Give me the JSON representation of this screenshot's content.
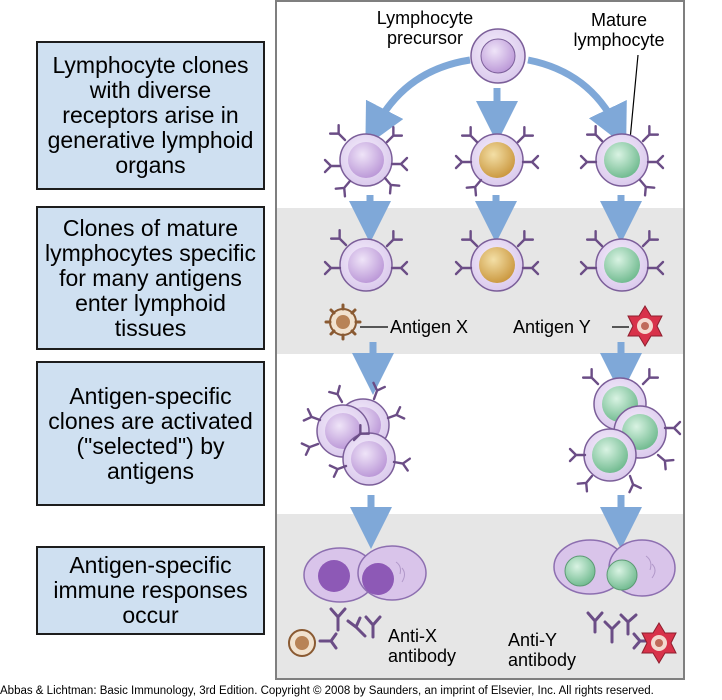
{
  "steps": [
    "Lymphocyte clones with diverse receptors arise in generative lymphoid organs",
    "Clones of mature lymphocytes specific for many antigens enter lymphoid tissues",
    "Antigen-specific clones are activated (\"selected\") by antigens",
    "Antigen-specific immune responses occur"
  ],
  "labels": {
    "precursor": "Lymphocyte precursor",
    "mature": "Mature lymphocyte",
    "antigen_x": "Antigen X",
    "antigen_y": "Antigen Y",
    "anti_x": "Anti-X antibody",
    "anti_y": "Anti-Y antibody"
  },
  "colors": {
    "box_fill": "#cfe0f1",
    "arrow": "#7fa8d8",
    "cell_purple": "#c9aee0",
    "cell_yellow": "#d9b56a",
    "cell_green": "#8fcfa9",
    "antigen_x": "#a0683c",
    "antigen_y": "#d8324a"
  },
  "copyright": "Abbas & Lichtman: Basic Immunology, 3rd Edition. Copyright © 2008 by Saunders, an imprint of Elsevier, Inc. All rights reserved."
}
